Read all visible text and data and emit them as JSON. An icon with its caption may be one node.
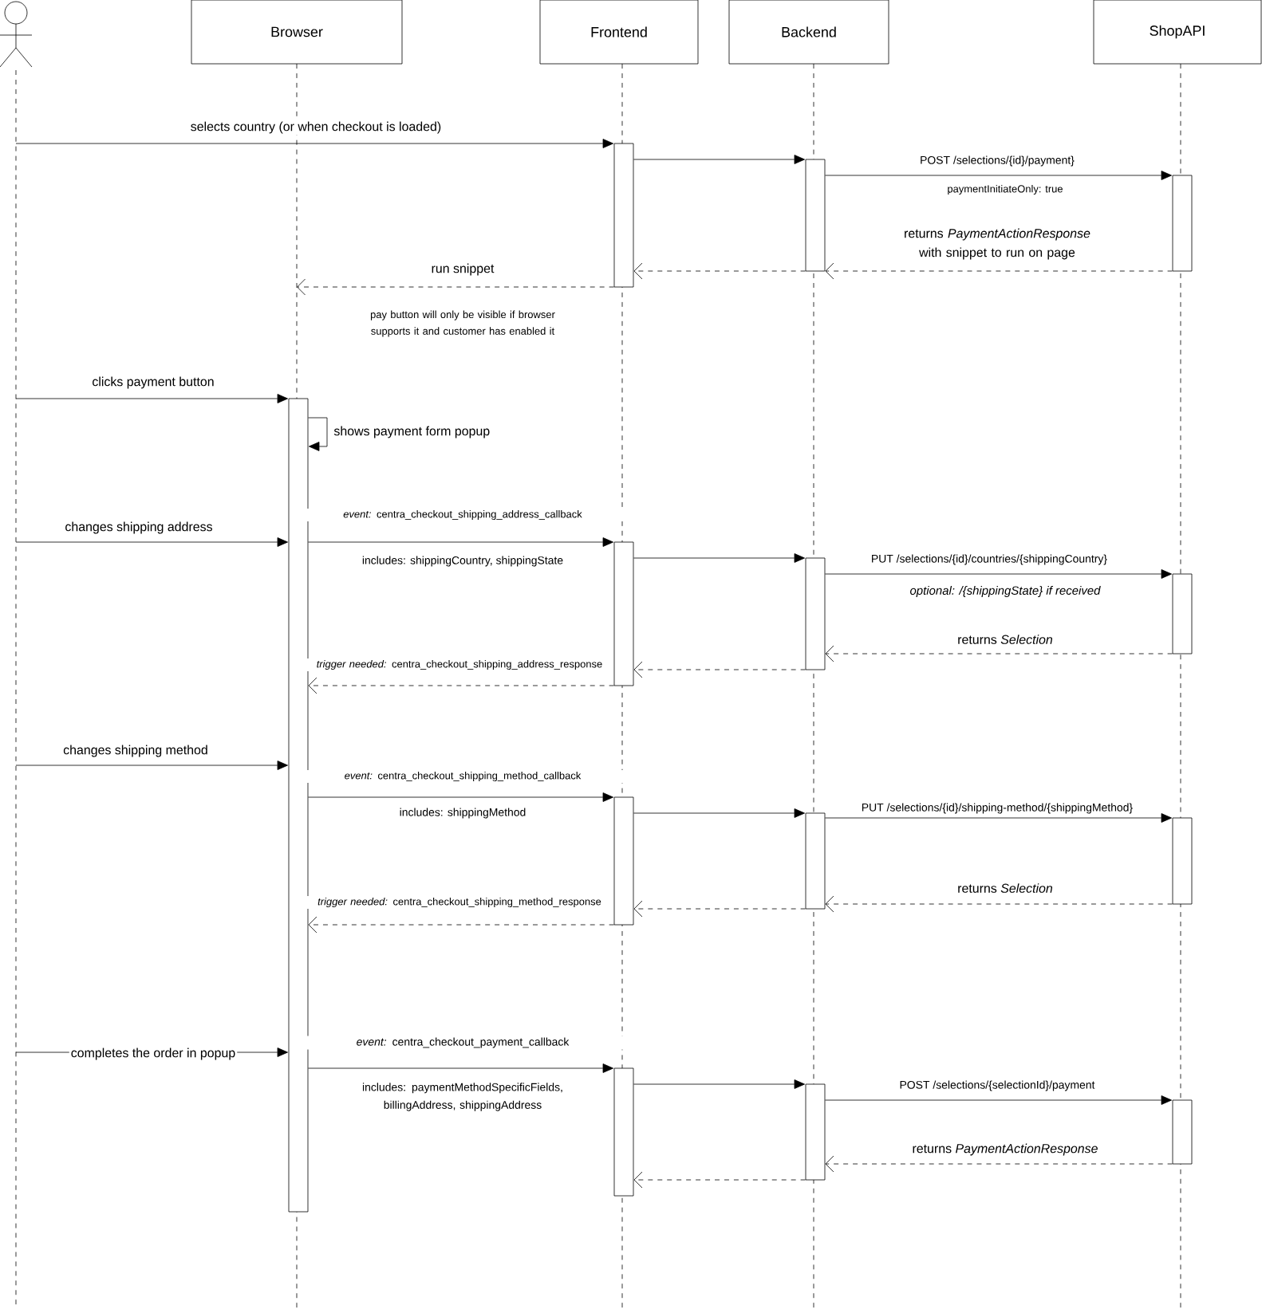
{
  "diagram": {
    "nodes": [
      {
        "text": [],
        "shape": "person"
      },
      {
        "text": [
          "Browser"
        ]
      },
      {
        "text": [
          "Frontend"
        ]
      },
      {
        "text": [
          "Backend"
        ]
      },
      {
        "text": [
          "ShopAPI"
        ]
      },
      {
        "text": [],
        "shape": "bar"
      },
      {
        "text": [],
        "shape": "bar"
      },
      {
        "text": [],
        "shape": "bar"
      },
      {
        "text": [],
        "shape": "bar"
      },
      {
        "text": [],
        "shape": "bar"
      },
      {
        "text": [],
        "shape": "bar"
      },
      {
        "text": [],
        "shape": "bar"
      },
      {
        "text": [],
        "shape": "bar"
      },
      {
        "text": [],
        "shape": "bar"
      },
      {
        "text": [],
        "shape": "bar"
      },
      {
        "text": [],
        "shape": "bar"
      },
      {
        "text": [],
        "shape": "bar"
      },
      {
        "text": [],
        "shape": "bar"
      }
    ],
    "edges": [
      {
        "from": 0,
        "to": 5,
        "arrow": "to",
        "label": "selects country (or when checkout is loaded)"
      },
      {
        "from": 5,
        "to": 6,
        "arrow": "to"
      },
      {
        "from": 6,
        "to": 7,
        "arrow": "to",
        "label": "POST /selections/{id}/payment}"
      },
      {
        "from": 7,
        "to": 6,
        "arrow": "to",
        "style": "dashed",
        "label": "returns *PaymentActionResponse* with snippet to run on page"
      },
      {
        "from": 6,
        "to": 5,
        "arrow": "to",
        "style": "dashed"
      },
      {
        "from": 5,
        "to": null,
        "arrow": "to",
        "style": "dashed",
        "label": "run snippet"
      },
      {
        "from": 0,
        "to": 8,
        "arrow": "to",
        "label": "clicks payment button"
      },
      {
        "from": 8,
        "to": 8,
        "arrow": "to",
        "label": "shows payment form popup"
      },
      {
        "from": 0,
        "to": 8,
        "arrow": "to",
        "label": "changes shipping address"
      },
      {
        "from": 8,
        "to": 9,
        "arrow": "to",
        "label": "*event:* centra_checkout_shipping_address_callback"
      },
      {
        "from": 9,
        "to": 10,
        "arrow": "to"
      },
      {
        "from": 10,
        "to": 11,
        "arrow": "to",
        "label": "PUT /selections/{id}/countries/{shippingCountry}"
      },
      {
        "from": 11,
        "to": 10,
        "arrow": "to",
        "style": "dashed",
        "label": "returns *Selection*"
      },
      {
        "from": 10,
        "to": 9,
        "arrow": "to",
        "style": "dashed"
      },
      {
        "from": 9,
        "to": 8,
        "arrow": "to",
        "style": "dashed",
        "label": "*trigger needed:* centra_checkout_shipping_address_response"
      },
      {
        "from": 0,
        "to": 8,
        "arrow": "to",
        "label": "changes shipping method"
      },
      {
        "from": 8,
        "to": 12,
        "arrow": "to",
        "label": "*event:* centra_checkout_shipping_method_callback"
      },
      {
        "from": 12,
        "to": 13,
        "arrow": "to"
      },
      {
        "from": 13,
        "to": 14,
        "arrow": "to",
        "label": "PUT /selections/{id}/shipping-method/{shippingMethod}"
      },
      {
        "from": 14,
        "to": 13,
        "arrow": "to",
        "style": "dashed",
        "label": "returns *Selection*"
      },
      {
        "from": 13,
        "to": 12,
        "arrow": "to",
        "style": "dashed"
      },
      {
        "from": 12,
        "to": 8,
        "arrow": "to",
        "style": "dashed",
        "label": "*trigger needed:* centra_checkout_shipping_method_response"
      },
      {
        "from": 0,
        "to": 8,
        "arrow": "to",
        "label": "completes the order in popup"
      },
      {
        "from": 8,
        "to": 15,
        "arrow": "to",
        "label": "*event:* centra_checkout_payment_callback"
      },
      {
        "from": 15,
        "to": 16,
        "arrow": "to"
      },
      {
        "from": 16,
        "to": 17,
        "arrow": "to",
        "label": "POST /selections/{selectionId}/payment"
      },
      {
        "from": 17,
        "to": 16,
        "arrow": "to",
        "style": "dashed",
        "label": "returns *PaymentActionResponse*"
      },
      {
        "from": 16,
        "to": 15,
        "arrow": "to",
        "style": "dashed"
      }
    ],
    "labels": [
      "paymentInitiateOnly: true",
      "pay button will only be visible if browser supports it and customer has enabled it",
      "includes: shippingCountry, shippingState",
      "optional: /{shippingState} if received",
      "includes: shippingMethod",
      "includes: paymentMethodSpecificFields, billingAddress, shippingAddress"
    ]
  }
}
